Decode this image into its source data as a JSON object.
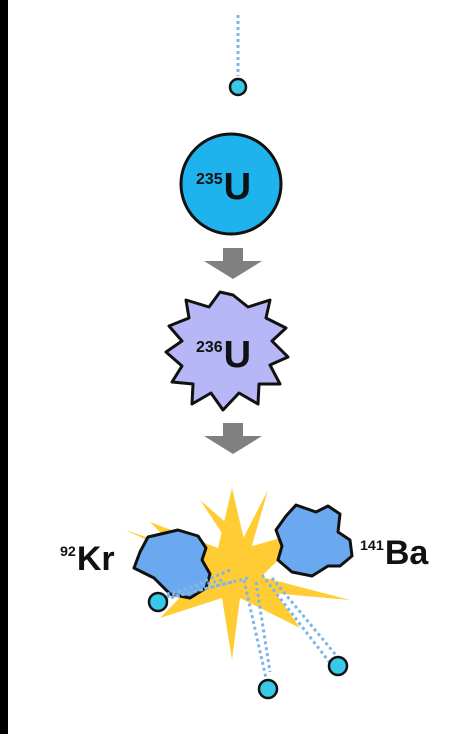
{
  "colors": {
    "background": "#000000",
    "panel": "#ffffff",
    "neutron_fill": "#39c9e8",
    "neutron_trail": "#7fb6ea",
    "u235_fill": "#1fb3ee",
    "u236_fill": "#b7b6f6",
    "fragment_fill": "#6aa8ef",
    "flash": "#ffcc33",
    "arrow": "#808080"
  },
  "nuclei": {
    "u235": {
      "mass": "235",
      "symbol": "U"
    },
    "u236": {
      "mass": "236",
      "symbol": "U"
    }
  },
  "fragments": {
    "kr": {
      "mass": "92",
      "symbol": "Kr"
    },
    "ba": {
      "mass": "141",
      "symbol": "Ba"
    }
  },
  "icons": {
    "incoming_neutron": "neutron-icon",
    "arrows": "down-arrow-icon",
    "released_neutrons": 3
  }
}
